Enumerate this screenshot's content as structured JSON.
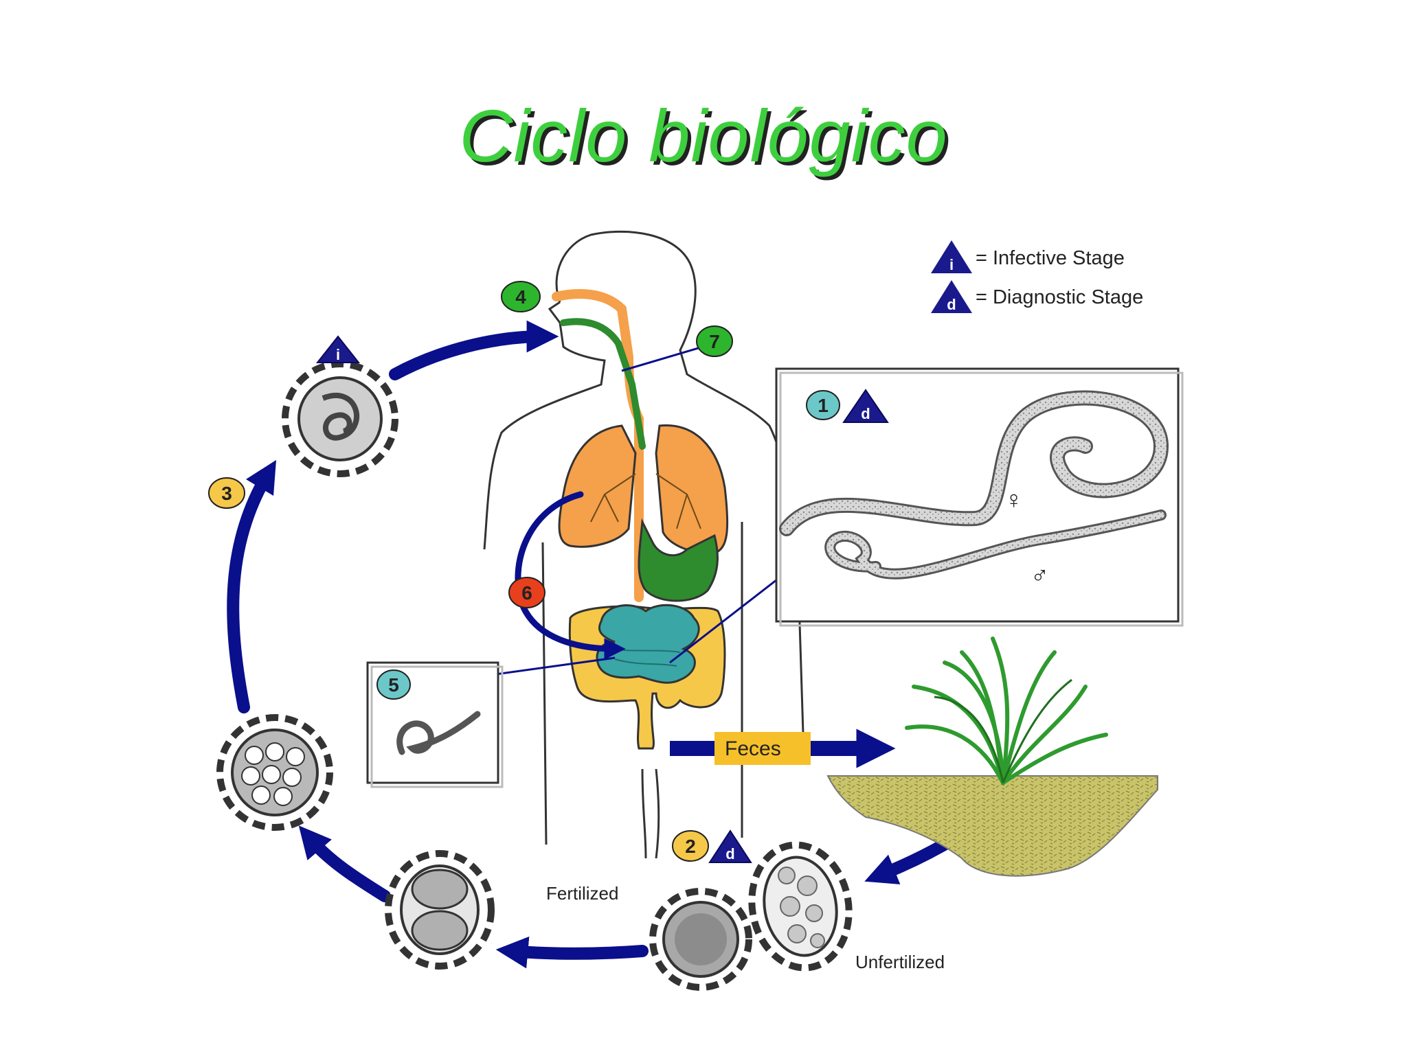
{
  "title": "Ciclo biológico",
  "colors": {
    "title": "#3ecf3e",
    "arrow": "#0a0f8c",
    "lungs": "#f5a04a",
    "stomach": "#2e8b2e",
    "intestine_small": "#3aa6a6",
    "intestine_large": "#f6c84a",
    "feces_label_bg": "#f6c02a",
    "step_green": "#2db52d",
    "step_yellow": "#f6c84a",
    "step_red": "#e8401c",
    "step_cyan": "#6cc8c8",
    "stage_triangle": "#1a1a8c",
    "soil": "#c9c36a",
    "grass": "#2e9b2e"
  },
  "legend": {
    "infective_symbol": "i",
    "infective_label": "= Infective Stage",
    "diagnostic_symbol": "d",
    "diagnostic_label": "= Diagnostic Stage"
  },
  "steps": {
    "s1": "1",
    "s2": "2",
    "s3": "3",
    "s4": "4",
    "s5": "5",
    "s6": "6",
    "s7": "7"
  },
  "labels": {
    "feces": "Feces",
    "fertilized": "Fertilized",
    "unfertilized": "Unfertilized",
    "female": "♀",
    "male": "♂"
  }
}
